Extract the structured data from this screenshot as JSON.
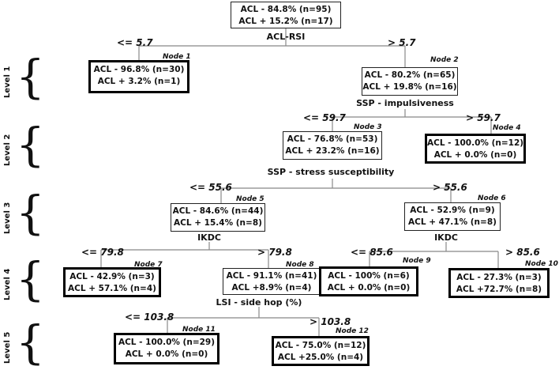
{
  "root": {
    "line1": "ACL - 84.8% (n=95)",
    "line2": "ACL + 15.2% (n=17)",
    "split": "ACL-RSI",
    "left_cond": "<= 5.7",
    "right_cond": "> 5.7"
  },
  "node1": {
    "label": "Node 1",
    "line1": "ACL - 96.8% (n=30)",
    "line2": "ACL + 3.2% (n=1)"
  },
  "node2": {
    "label": "Node 2",
    "line1": "ACL - 80.2% (n=65)",
    "line2": "ACL + 19.8% (n=16)",
    "split": "SSP - impulsiveness",
    "left_cond": "<= 59.7",
    "right_cond": "> 59.7"
  },
  "node3": {
    "label": "Node 3",
    "line1": "ACL - 76.8% (n=53)",
    "line2": "ACL + 23.2% (n=16)",
    "split": "SSP - stress susceptibility",
    "left_cond": "<= 55.6",
    "right_cond": "> 55.6"
  },
  "node4": {
    "label": "Node 4",
    "line1": "ACL - 100.0% (n=12)",
    "line2": "ACL + 0.0% (n=0)"
  },
  "node5": {
    "label": "Node 5",
    "line1": "ACL - 84.6% (n=44)",
    "line2": "ACL + 15.4% (n=8)",
    "split": "IKDC",
    "left_cond": "<= 79.8",
    "right_cond": "> 79.8"
  },
  "node6": {
    "label": "Node 6",
    "line1": "ACL - 52.9% (n=9)",
    "line2": "ACL + 47.1% (n=8)",
    "split": "IKDC",
    "left_cond": "<= 85.6",
    "right_cond": "> 85.6"
  },
  "node7": {
    "label": "Node 7",
    "line1": "ACL - 42.9% (n=3)",
    "line2": "ACL + 57.1% (n=4)"
  },
  "node8": {
    "label": "Node 8",
    "line1": "ACL - 91.1% (n=41)",
    "line2": "ACL +8.9% (n=4)",
    "split": "LSI - side hop (%)",
    "left_cond": "<= 103.8",
    "right_cond": "> 103.8"
  },
  "node9": {
    "label": "Node 9",
    "line1": "ACL - 100% (n=6)",
    "line2": "ACL + 0.0% (n=0)"
  },
  "node10": {
    "label": "Node 10",
    "line1": "ACL - 27.3% (n=3)",
    "line2": "ACL +72.7% (n=8)"
  },
  "node11": {
    "label": "Node 11",
    "line1": "ACL - 100.0% (n=29)",
    "line2": "ACL + 0.0% (n=0)"
  },
  "node12": {
    "label": "Node 12",
    "line1": "ACL - 75.0% (n=12)",
    "line2": "ACL +25.0% (n=4)"
  },
  "levels": [
    "Level 1",
    "Level 2",
    "Level 3",
    "Level 4",
    "Level 5"
  ]
}
